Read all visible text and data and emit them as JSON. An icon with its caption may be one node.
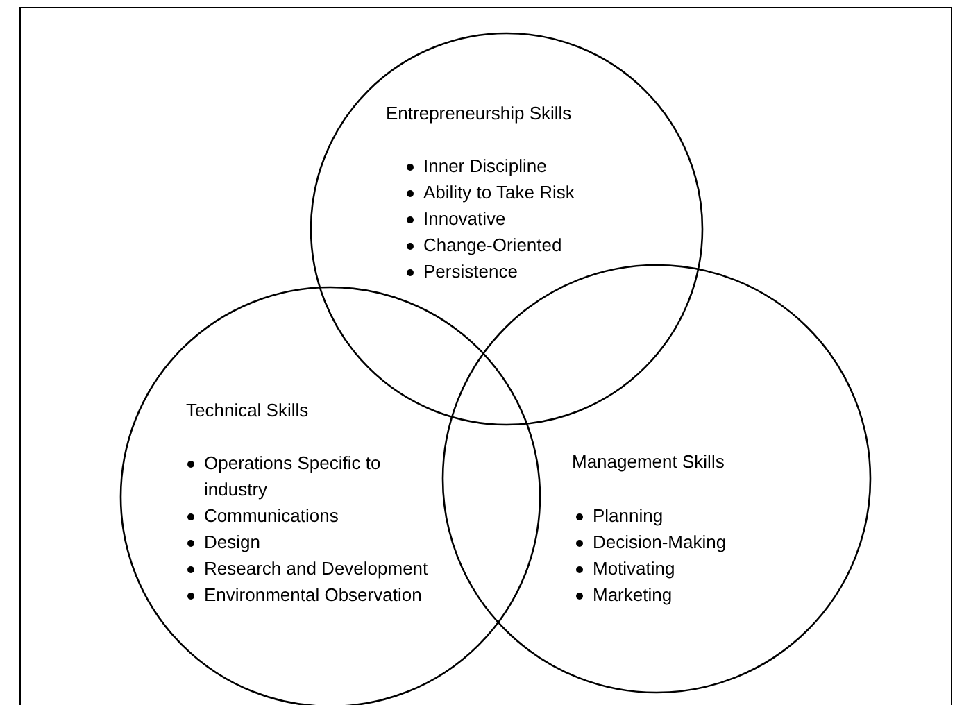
{
  "diagram": {
    "nodes": [
      {
        "text": [
          "Entrepreneurship Skills",
          "Inner Discipline",
          "Ability to Take Risk",
          "Innovative",
          "Change-Oriented",
          "Persistence"
        ]
      },
      {
        "text": [
          "Technical Skills",
          "Operations Specific to industry",
          "Communications",
          "Design",
          "Research and Development",
          "Environmental Observation"
        ]
      },
      {
        "text": [
          "Management Skills",
          "Planning",
          "Decision-Making",
          "Motivating",
          "Marketing"
        ]
      }
    ]
  }
}
